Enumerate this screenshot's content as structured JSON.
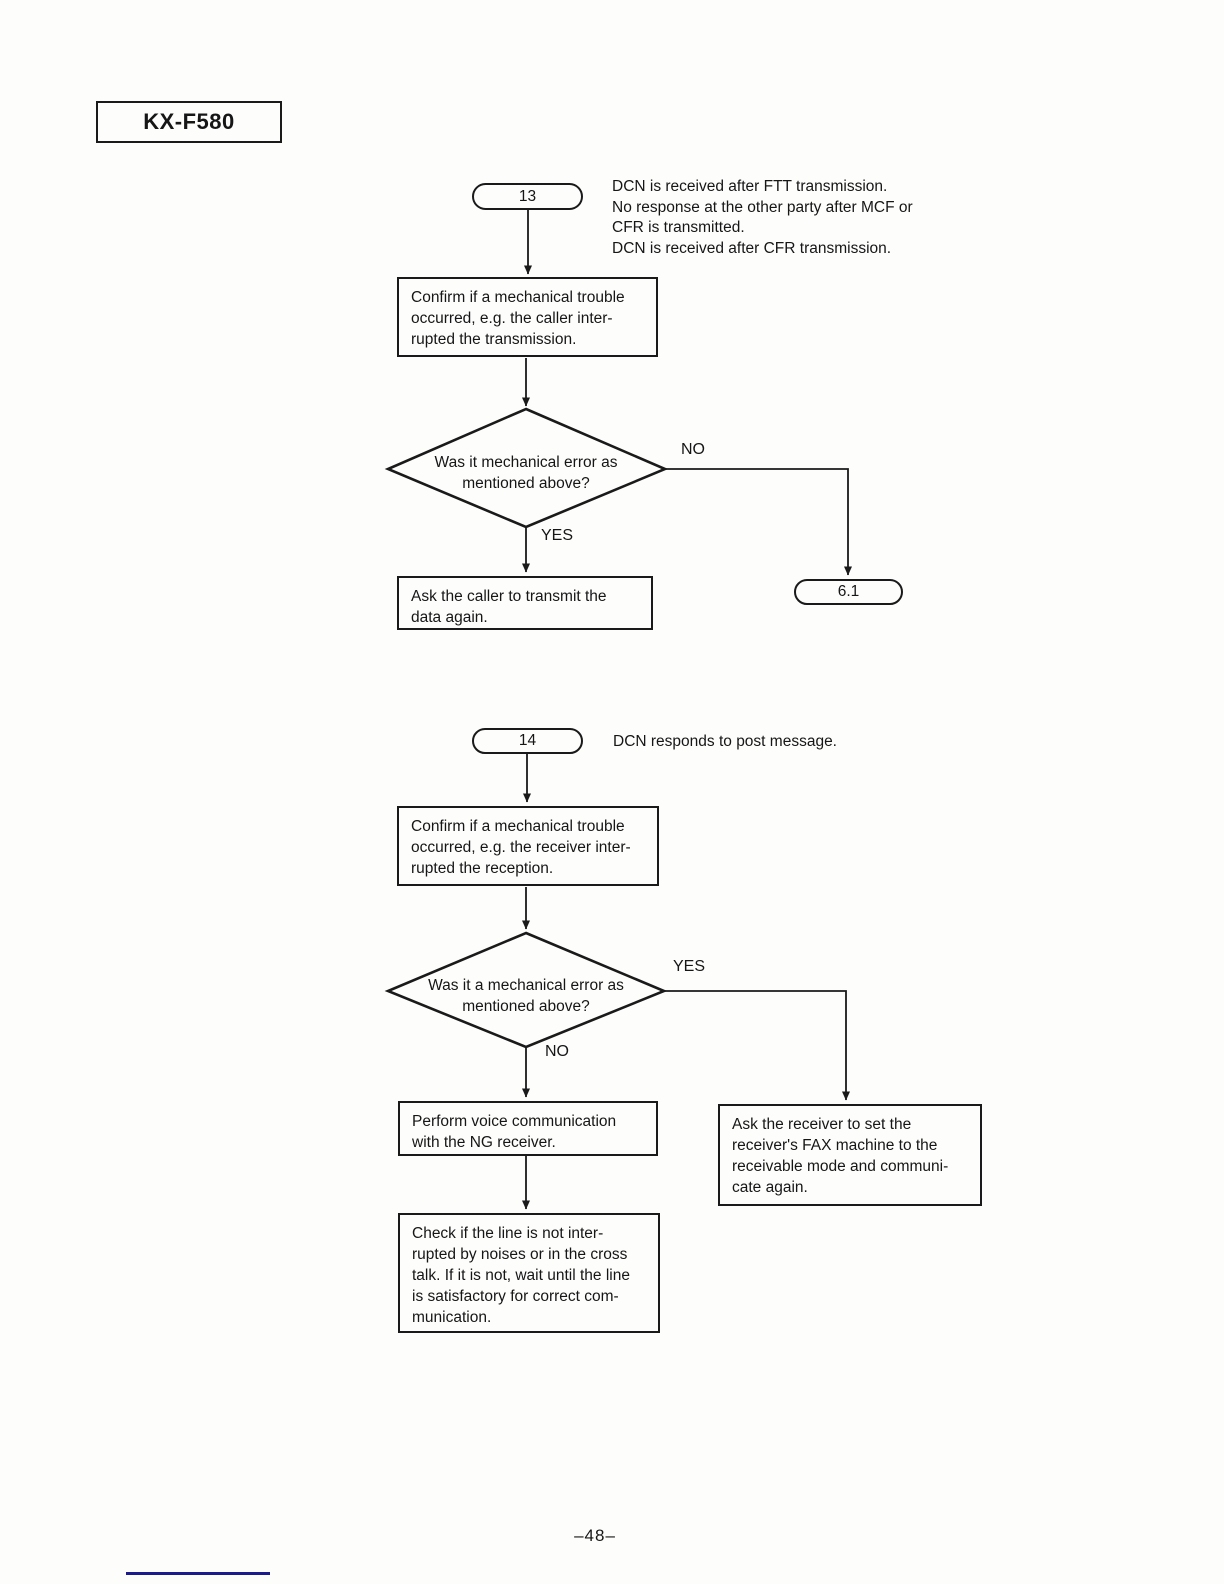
{
  "page": {
    "model": "KX-F580",
    "page_number": "–48–"
  },
  "chart13": {
    "id": "13",
    "note_lines": [
      "DCN is received after FTT transmission.",
      "No response at the other party after MCF or",
      "CFR is transmitted.",
      "DCN is received after CFR transmission."
    ],
    "confirm_lines": [
      "Confirm if a mechanical trouble",
      "occurred, e.g. the caller inter-",
      "rupted the transmission."
    ],
    "decision_lines": [
      "Was it mechanical error as",
      "mentioned above?"
    ],
    "no_label": "NO",
    "yes_label": "YES",
    "ask_lines": [
      "Ask the caller to transmit the",
      "data again."
    ],
    "goto": "6.1"
  },
  "chart14": {
    "id": "14",
    "note": "DCN responds to post message.",
    "confirm_lines": [
      "Confirm if a mechanical trouble",
      "occurred, e.g. the receiver inter-",
      "rupted the reception."
    ],
    "decision_lines": [
      "Was it a mechanical error as",
      "mentioned above?"
    ],
    "yes_label": "YES",
    "no_label": "NO",
    "voice_lines": [
      "Perform voice communication",
      "with the NG receiver."
    ],
    "receiver_lines": [
      "Ask the receiver to set the",
      "receiver's FAX machine to the",
      "receivable mode and communi-",
      "cate again."
    ],
    "check_lines": [
      "Check if the line is not inter-",
      "rupted by noises or in the cross",
      "talk. If it is not, wait until the line",
      "is satisfactory for correct com-",
      "munication."
    ]
  }
}
